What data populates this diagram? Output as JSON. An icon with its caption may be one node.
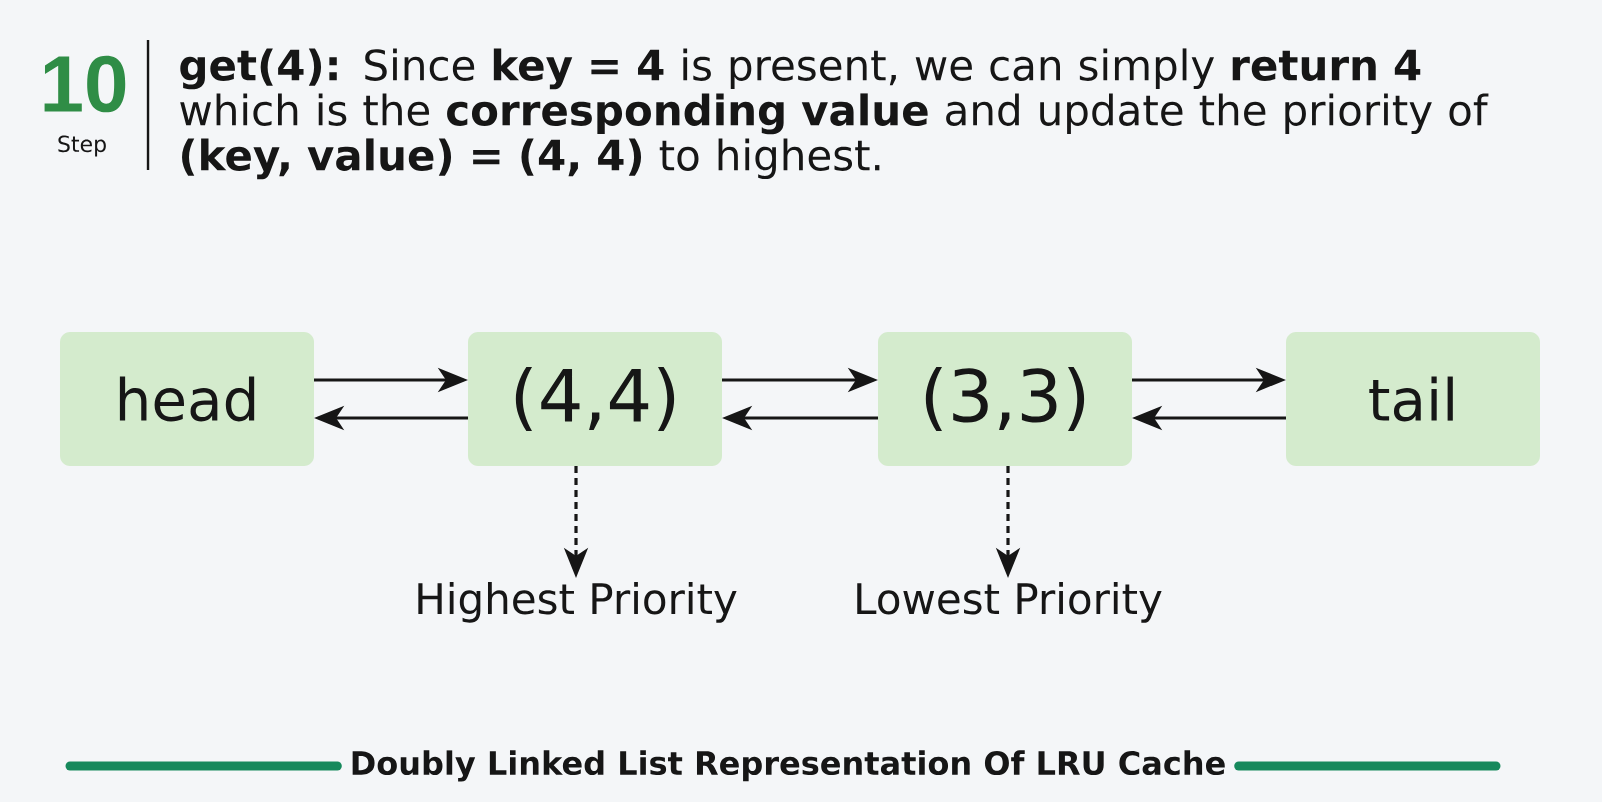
{
  "diagram": {
    "title": "**get(4):** Since **key = 4** is present, we can simply **return 4** which is the **corresponding value** and update the priority of **(key, value) = (4, 4)** to highest.",
    "caption": "Doubly Linked List Representation Of LRU Cache",
    "nodes": [
      {
        "text": [
          "head"
        ]
      },
      {
        "text": [
          "(4,4)"
        ]
      },
      {
        "text": [
          "(3,3)"
        ]
      },
      {
        "text": [
          "tail"
        ]
      },
      {
        "text": [
          "Highest Priority"
        ]
      },
      {
        "text": [
          "Lowest Priority"
        ]
      }
    ],
    "edges": [
      {
        "from": 0,
        "to": 1,
        "arrow": "to"
      },
      {
        "from": 1,
        "to": 0,
        "arrow": "to"
      },
      {
        "from": 1,
        "to": 2,
        "arrow": "to"
      },
      {
        "from": 2,
        "to": 1,
        "arrow": "to"
      },
      {
        "from": 2,
        "to": 3,
        "arrow": "to"
      },
      {
        "from": 3,
        "to": 2,
        "arrow": "to"
      },
      {
        "from": 1,
        "to": 4,
        "arrow": "to",
        "style": "dashed"
      },
      {
        "from": 2,
        "to": 5,
        "arrow": "to",
        "style": "dashed"
      }
    ],
    "labels": [
      "10",
      "Step"
    ]
  }
}
